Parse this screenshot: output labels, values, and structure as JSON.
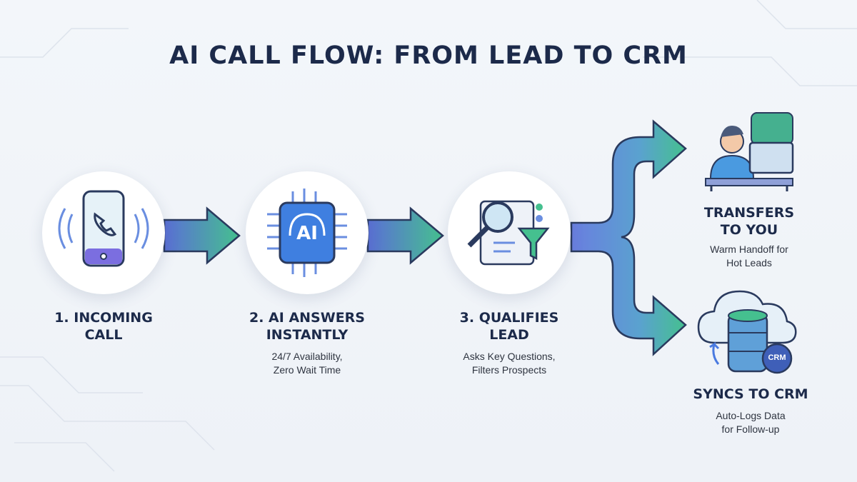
{
  "title": "AI CALL FLOW: FROM LEAD TO CRM",
  "steps": [
    {
      "title_line1": "1. INCOMING",
      "title_line2": "CALL",
      "icon": "ringing-phone-icon"
    },
    {
      "title_line1": "2. AI ANSWERS",
      "title_line2": "INSTANTLY",
      "desc_line1": "24/7 Availability,",
      "desc_line2": "Zero Wait Time",
      "icon": "ai-chip-headset-icon"
    },
    {
      "title_line1": "3. QUALIFIES",
      "title_line2": "LEAD",
      "desc_line1": "Asks Key Questions,",
      "desc_line2": "Filters Prospects",
      "icon": "magnifier-funnel-icon"
    }
  ],
  "outcomes": [
    {
      "title_line1": "TRANSFERS",
      "title_line2": "TO YOU",
      "desc_line1": "Warm Handoff for",
      "desc_line2": "Hot Leads",
      "icon": "agent-desk-icon"
    },
    {
      "title_line1": "SYNCS TO CRM",
      "desc_line1": "Auto-Logs Data",
      "desc_line2": "for Follow-up",
      "icon": "cloud-database-icon",
      "badge": "CRM"
    }
  ],
  "colors": {
    "navy": "#1c2a4a",
    "blue": "#5b6fd6",
    "teal": "#45c08f"
  }
}
